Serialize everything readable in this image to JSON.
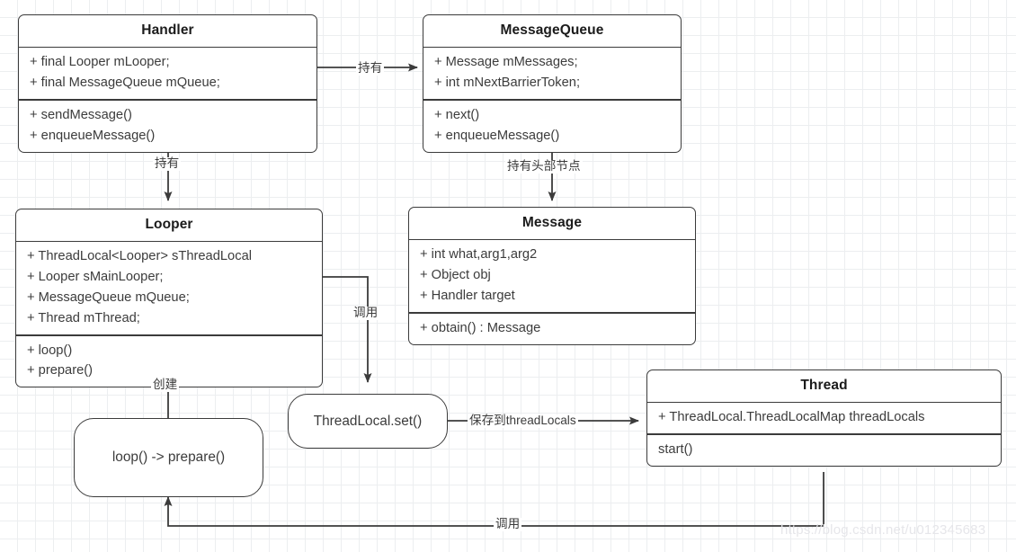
{
  "diagram": {
    "title": "Android Handler / Looper / MessageQueue class diagram",
    "background": "#ffffff",
    "grid_color": "#eceef0",
    "stroke_color": "#3b3b3b",
    "text_color": "#3c3c3c"
  },
  "classes": {
    "handler": {
      "name": "Handler",
      "attributes": [
        "+ final Looper mLooper;",
        "+ final MessageQueue mQueue;"
      ],
      "methods": [
        "+ sendMessage()",
        "+ enqueueMessage()"
      ]
    },
    "message_queue": {
      "name": "MessageQueue",
      "attributes": [
        "+ Message mMessages;",
        "+ int mNextBarrierToken;"
      ],
      "methods": [
        "+ next()",
        "+ enqueueMessage()"
      ]
    },
    "looper": {
      "name": "Looper",
      "attributes": [
        "+ ThreadLocal<Looper> sThreadLocal",
        "+ Looper sMainLooper;",
        "+ MessageQueue mQueue;",
        "+ Thread mThread;"
      ],
      "methods": [
        "+ loop()",
        "+ prepare()"
      ]
    },
    "message": {
      "name": "Message",
      "attributes": [
        "+ int what,arg1,arg2",
        "+ Object obj",
        "+ Handler target"
      ],
      "methods": [
        "+ obtain() : Message"
      ]
    },
    "thread": {
      "name": "Thread",
      "attributes": [
        "+ ThreadLocal.ThreadLocalMap threadLocals"
      ],
      "methods": [
        "start()"
      ]
    }
  },
  "nodes": {
    "loop_prepare": {
      "label": "loop() -> prepare()"
    },
    "threadlocal_set": {
      "label": "ThreadLocal.set()"
    }
  },
  "edges": [
    {
      "id": "handler-to-messagequeue",
      "label": "持有"
    },
    {
      "id": "handler-to-looper",
      "label": "持有"
    },
    {
      "id": "messagequeue-to-message",
      "label": "持有头部节点"
    },
    {
      "id": "looper-to-threadlocalset",
      "label": "调用"
    },
    {
      "id": "threadlocalset-to-thread",
      "label": "保存到threadLocals"
    },
    {
      "id": "loopprepare-to-looper",
      "label": "创建"
    },
    {
      "id": "thread-to-loopprepare",
      "label": "调用"
    }
  ],
  "watermark": {
    "text": "https://blog.csdn.net/u012345683"
  }
}
